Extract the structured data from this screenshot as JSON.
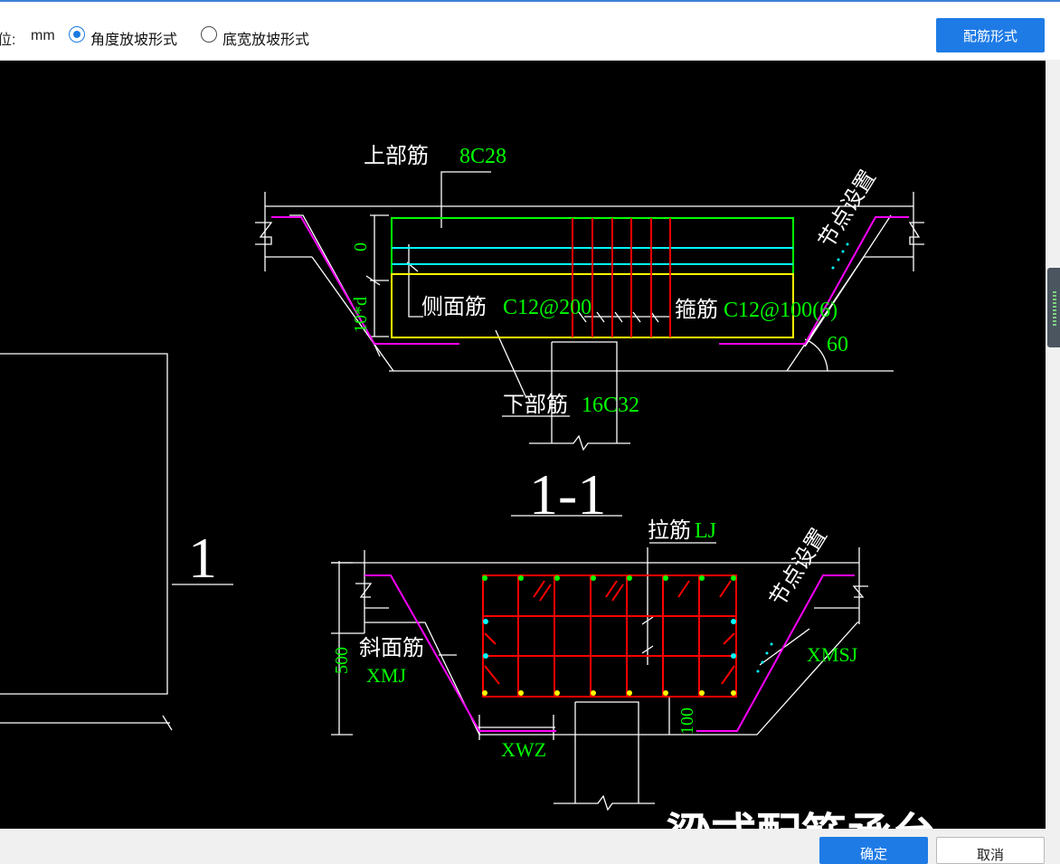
{
  "toolbar": {
    "unit_label": "位:",
    "unit_value": "mm",
    "radio_angle": "角度放坡形式",
    "radio_width": "底宽放坡形式",
    "rebar_form_button": "配筋形式"
  },
  "drawing": {
    "top_rebar_label": "上部筋",
    "top_rebar_value": "8C28",
    "node_setting": "节点设置",
    "dim_zero": "0",
    "dim_10d": "10*d",
    "side_rebar_label": "侧面筋",
    "side_rebar_value": "C12@200",
    "stirrup_label": "箍筋",
    "stirrup_value": "C12@100(6)",
    "angle_value": "60",
    "bottom_rebar_label": "下部筋",
    "bottom_rebar_value": "16C32",
    "section_title": "1-1",
    "section_mark": "1",
    "tie_label": "拉筋",
    "tie_value": "LJ",
    "node_setting_2": "节点设置",
    "dim_500": "500",
    "slope_rebar_label": "斜面筋",
    "slope_rebar_value": "XMJ",
    "xmsj_value": "XMSJ",
    "dim_100": "100",
    "xwz_value": "XWZ",
    "bottom_caption": "梁式配筋承台"
  },
  "footer": {
    "ok_button": "确定",
    "cancel_button": "取消"
  },
  "colors": {
    "accent": "#1e7be6",
    "cad_background": "#000000",
    "green_text": "#00ff00",
    "red_rebar": "#ff0000",
    "cyan_rebar": "#00ffff",
    "magenta_rebar": "#ff00ff",
    "yellow_rebar": "#ffff00"
  }
}
